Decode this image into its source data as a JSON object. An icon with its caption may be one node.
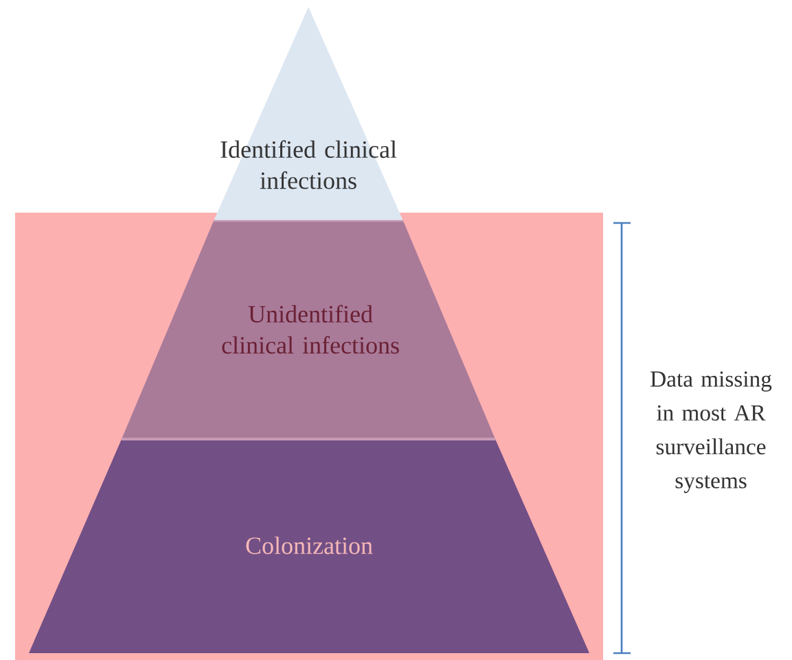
{
  "diagram": {
    "nodes": [
      {
        "text": [
          "Identified clinical infections"
        ]
      },
      {
        "text": [
          "Unidentified clinical infections"
        ]
      },
      {
        "text": [
          "Colonization"
        ]
      }
    ],
    "labels": [
      "Data missing in most AR surveillance systems"
    ]
  }
}
